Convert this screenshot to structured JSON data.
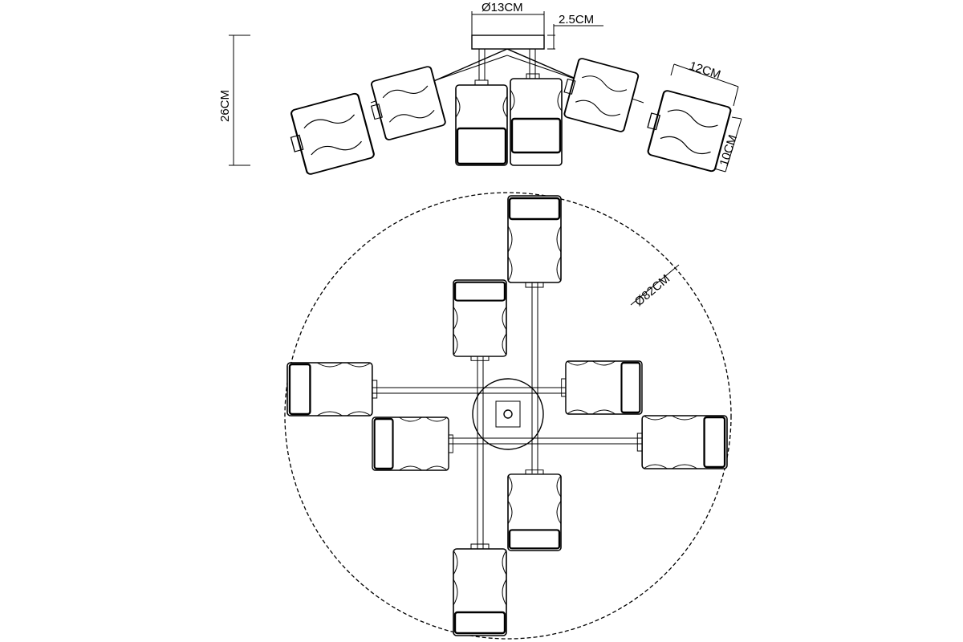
{
  "dimensions": {
    "canopy_diameter": "Ø13CM",
    "canopy_height": "2.5CM",
    "total_height": "26CM",
    "shade_length": "12CM",
    "shade_width": "10CM",
    "overall_diameter": "Ø82CM"
  },
  "colors": {
    "line": "#000000",
    "background": "#ffffff"
  }
}
